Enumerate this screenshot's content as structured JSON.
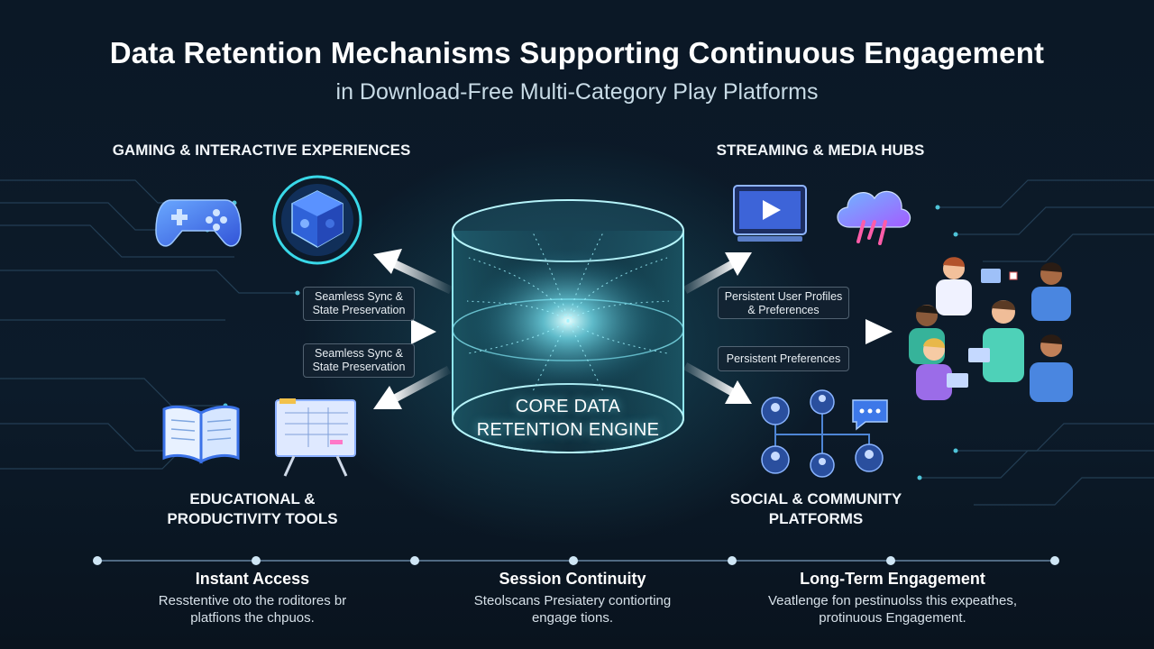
{
  "header": {
    "title": "Data Retention Mechanisms Supporting Continuous Engagement",
    "subtitle": "in Download-Free Multi-Category Play Platforms"
  },
  "categories": {
    "gaming": "GAMING & INTERACTIVE EXPERIENCES",
    "streaming": "STREAMING & MEDIA HUBS",
    "educational_line1": "EDUCATIONAL &",
    "educational_line2": "PRODUCTIVITY TOOLS",
    "social_line1": "SOCIAL & COMMUNITY",
    "social_line2": "PLATFORMS"
  },
  "connectors": {
    "left_upper_line1": "Seamless Sync &",
    "left_upper_line2": "State Preservation",
    "left_lower_line1": "Seamless Sync &",
    "left_lower_line2": "State Preservation",
    "right_upper_line1": "Persistent User Profiles",
    "right_upper_line2": "& Preferences",
    "right_lower": "Persistent Preferences"
  },
  "engine": {
    "line1": "CORE DATA",
    "line2": "RETENTION ENGINE"
  },
  "timeline": {
    "stages": [
      {
        "title": "Instant Access",
        "desc_line1": "Resstentive oto the roditores br",
        "desc_line2": "platfions the chpuos."
      },
      {
        "title": "Session Continuity",
        "desc_line1": "Steolscans Presiatery contiorting",
        "desc_line2": "engage tions."
      },
      {
        "title": "Long-Term Engagement",
        "desc_line1": "Veatlenge fon pestinuolss this expeathes,",
        "desc_line2": "protinuous Engagement."
      }
    ]
  },
  "icons": [
    "gamepad-icon",
    "puzzle-cube-icon",
    "monitor-play-icon",
    "cloud-stream-icon",
    "book-icon",
    "whiteboard-icon",
    "social-network-icon",
    "chat-bubble-icon",
    "people-group-illustration"
  ],
  "colors": {
    "background": "#0a1522",
    "accent_cyan": "#5fe7f5",
    "accent_blue": "#3d7bff",
    "accent_purple": "#a45cff"
  }
}
